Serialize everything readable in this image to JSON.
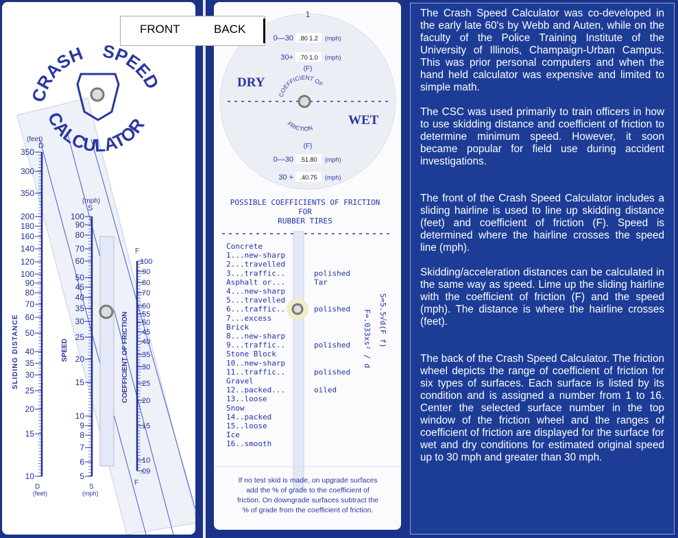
{
  "nav": {
    "front": "FRONT",
    "back": "BACK"
  },
  "front_card": {
    "logo": {
      "top1": "CRASH",
      "top2": "SPEED",
      "bottom": "CALCULATOR"
    },
    "distance_scale": {
      "title": "SLIDING DISTANCE",
      "unit_top": "(feet)",
      "letter": "D",
      "unit_bottom": "(feet)",
      "labels": [
        "350",
        "300",
        "350",
        "200",
        "180",
        "160",
        "140",
        "120",
        "100",
        "90",
        "80",
        "70",
        "60",
        "50",
        "40",
        "35",
        "30",
        "25",
        "20",
        "15",
        "10"
      ]
    },
    "speed_scale": {
      "title": "SPEED",
      "unit_top": "(mph)",
      "letter": "S",
      "unit_bottom": "(mph)",
      "labels": [
        "100",
        "90",
        "80",
        "70",
        "60",
        "50",
        "45",
        "40",
        "35",
        "30",
        "25",
        "20",
        "15",
        "10",
        "9",
        "8",
        "7",
        "6",
        "5"
      ]
    },
    "friction_scale": {
      "title": "COEFFICIENT OF FRICTION",
      "letter": "F",
      "labels": [
        "100",
        ".90",
        ".80",
        ".70",
        ".60",
        ".55",
        ".50",
        ".45",
        ".40",
        ".35",
        ".30",
        ".25",
        ".20",
        ".15",
        ".10",
        ".09"
      ]
    }
  },
  "back_card": {
    "wheel": {
      "window_number": "1",
      "dry": "DRY",
      "wet": "WET",
      "arc_top": "COEFFICIENT OF",
      "arc_bottom": "FRICTION",
      "f_label": "(F)",
      "dry_rows": [
        {
          "range": "0—30",
          "value": ".80 1.2",
          "unit": "(mph)"
        },
        {
          "range": "30+",
          "value": ".70 1.0",
          "unit": "(mph)"
        }
      ],
      "wet_rows": [
        {
          "range": "0—30",
          "value": ".51.80",
          "unit": "(mph)"
        },
        {
          "range": "30 +",
          "value": ".40.75",
          "unit": "(mph)"
        }
      ]
    },
    "heading": [
      "POSSIBLE COEFFICIENTS OF FRICTION",
      "FOR",
      "RUBBER TIRES"
    ],
    "surfaces": [
      "Concrete",
      "1...new-sharp",
      "2...travelled",
      "3...traffic..",
      "Asphalt or...",
      "4...new-sharp",
      "5...travelled",
      "6...traffic..",
      "7...excess",
      "Brick",
      "8...new-sharp",
      "9...traffic..",
      "Stone Block",
      "10..new-sharp",
      "11..traffic..",
      "Gravel",
      "12..packed...",
      "13..loose",
      "Snow",
      "14..packed",
      "15..loose",
      "Ice",
      "16..smooth"
    ],
    "conditions": [
      {
        "row": 3,
        "text": "polished"
      },
      {
        "row": 4,
        "text": "Tar"
      },
      {
        "row": 7,
        "text": "polished"
      },
      {
        "row": 11,
        "text": "polished"
      },
      {
        "row": 14,
        "text": "polished"
      },
      {
        "row": 16,
        "text": "oiled"
      }
    ],
    "formula_speed": "S=5.5√d(F f)",
    "formula_friction": "F=.033xs² / d",
    "note": [
      "If no test skid is made, on upgrade surfaces",
      "add the % of grade to the coefficient of",
      "friction. On downgrade surfaces subtract the",
      "% of grade from the coefficient of friction."
    ]
  },
  "description": [
    "The Crash Speed Calculator was co-developed in the early late 60's by Webb and Auten, while on the faculty of the Police Training Institute of the University of Illinois, Champaign-Urban Campus. This was prior personal computers and when the hand held calculator was expensive and limited to simple math.",
    "The CSC was used primarily to train officers in how to use skidding distance and coefficient of friction to determine minimum speed. However, it soon became popular for field use during accident investigations.",
    "The front of the Crash Speed Calculator includes a sliding hairline is used to line up skidding distance (feet) and coefficient of friction (F). Speed is determined where the hairline crosses the speed line (mph).",
    "Skidding/acceleration distances can be calculated in the same way as speed. Lime up the sliding hairline with the coefficient of friction (F) and the speed (mph). The distance is where the hairline crosses (feet).",
    "The back of the Crash Speed Calculator. The friction wheel depicts the range of coefficient of friction for six types of surfaces. Each surface is listed by its condition and is assigned a number from 1 to 16. Center the selected surface number in the top window of the friction wheel and the ranges of coefficient of friction are displayed for the surface for wet and dry conditions for estimated original speed up to 30 mph and greater than 30 mph."
  ]
}
